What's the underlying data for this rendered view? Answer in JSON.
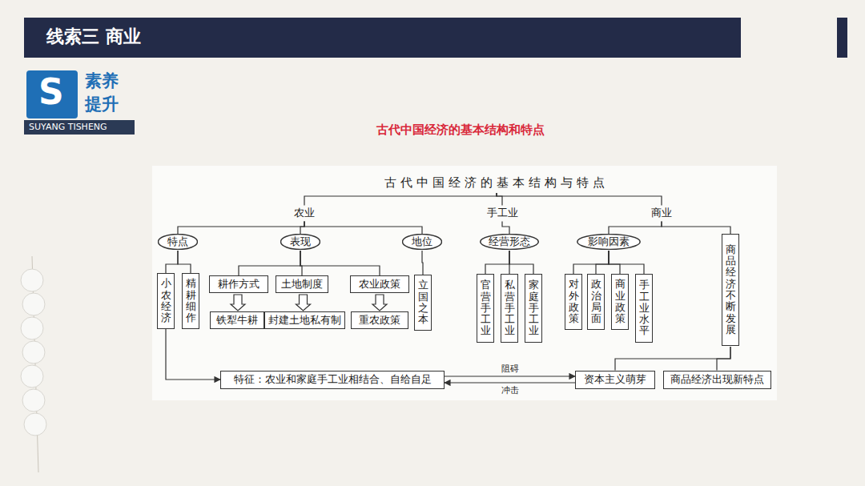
{
  "diagram": {
    "title": "线索三 商业",
    "nodes": [
      {
        "text": [
          "古代中国经济的基本结构与特点"
        ]
      },
      {
        "text": [
          "农业"
        ]
      },
      {
        "text": [
          "手工业"
        ]
      },
      {
        "text": [
          "商业"
        ]
      },
      {
        "text": [
          "特点"
        ]
      },
      {
        "text": [
          "表现"
        ]
      },
      {
        "text": [
          "地位"
        ]
      },
      {
        "text": [
          "经营形态"
        ]
      },
      {
        "text": [
          "影响因素"
        ]
      },
      {
        "text": [
          "商品经济不断发展"
        ]
      },
      {
        "text": [
          "小农经济"
        ]
      },
      {
        "text": [
          "精耕细作"
        ]
      },
      {
        "text": [
          "耕作方式"
        ]
      },
      {
        "text": [
          "土地制度"
        ]
      },
      {
        "text": [
          "农业政策"
        ]
      },
      {
        "text": [
          "铁犁牛耕"
        ]
      },
      {
        "text": [
          "封建土地私有制"
        ]
      },
      {
        "text": [
          "重农政策"
        ]
      },
      {
        "text": [
          "立国之本"
        ]
      },
      {
        "text": [
          "官营手工业"
        ]
      },
      {
        "text": [
          "私营手工业"
        ]
      },
      {
        "text": [
          "家庭手工业"
        ]
      },
      {
        "text": [
          "对外政策"
        ]
      },
      {
        "text": [
          "政治局面"
        ]
      },
      {
        "text": [
          "商业政策"
        ]
      },
      {
        "text": [
          "手工业水平"
        ]
      },
      {
        "text": [
          "特征：农业和家庭手工业相结合、自给自足"
        ]
      },
      {
        "text": [
          "资本主义萌芽"
        ]
      },
      {
        "text": [
          "商品经济出现新特点"
        ]
      }
    ],
    "edges": [
      {
        "from": 0,
        "to": 1,
        "arrow": "none"
      },
      {
        "from": 0,
        "to": 2,
        "arrow": "none"
      },
      {
        "from": 0,
        "to": 3,
        "arrow": "none"
      },
      {
        "from": 1,
        "to": 4,
        "arrow": "none"
      },
      {
        "from": 1,
        "to": 5,
        "arrow": "none"
      },
      {
        "from": 1,
        "to": 6,
        "arrow": "none"
      },
      {
        "from": 2,
        "to": 7,
        "arrow": "none"
      },
      {
        "from": 3,
        "to": 8,
        "arrow": "none"
      },
      {
        "from": 3,
        "to": 9,
        "arrow": "none"
      },
      {
        "from": 4,
        "to": 10,
        "arrow": "none"
      },
      {
        "from": 4,
        "to": 11,
        "arrow": "none"
      },
      {
        "from": 5,
        "to": 12,
        "arrow": "none"
      },
      {
        "from": 5,
        "to": 13,
        "arrow": "none"
      },
      {
        "from": 5,
        "to": 14,
        "arrow": "none"
      },
      {
        "from": 12,
        "to": 15,
        "arrow": "to"
      },
      {
        "from": 13,
        "to": 16,
        "arrow": "to"
      },
      {
        "from": 14,
        "to": 17,
        "arrow": "to"
      },
      {
        "from": 6,
        "to": 18,
        "arrow": "none"
      },
      {
        "from": 7,
        "to": 19,
        "arrow": "none"
      },
      {
        "from": 7,
        "to": 20,
        "arrow": "none"
      },
      {
        "from": 7,
        "to": 21,
        "arrow": "none"
      },
      {
        "from": 8,
        "to": 22,
        "arrow": "none"
      },
      {
        "from": 8,
        "to": 23,
        "arrow": "none"
      },
      {
        "from": 8,
        "to": 24,
        "arrow": "none"
      },
      {
        "from": 8,
        "to": 25,
        "arrow": "none"
      },
      {
        "from": 10,
        "to": 26,
        "arrow": "to"
      },
      {
        "from": 9,
        "to": 27,
        "arrow": "none"
      },
      {
        "from": 9,
        "to": 28,
        "arrow": "none"
      },
      {
        "from": 26,
        "to": 27,
        "label": "阻碍",
        "arrow": "to"
      },
      {
        "from": 27,
        "to": 26,
        "label": "冲击",
        "arrow": "to"
      }
    ],
    "labels": [
      "S",
      "素养",
      "提升",
      "SUYANG TISHENG",
      "古代中国经济的基本结构和特点"
    ]
  }
}
